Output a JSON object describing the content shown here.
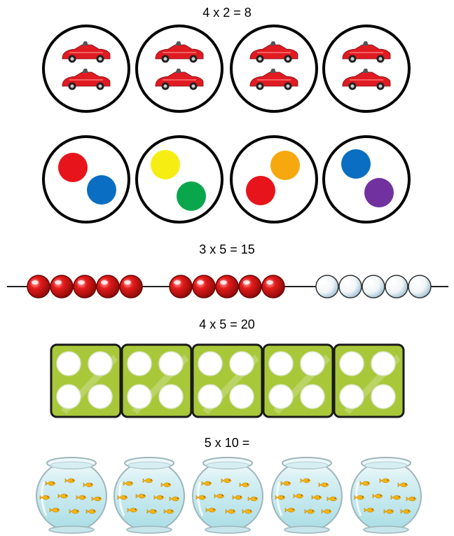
{
  "equations": {
    "cars": "4 x 2 = 8",
    "beads": "3 x 5 = 15",
    "dice": "4 x 5 = 20",
    "fish": "5 x 10 ="
  },
  "groups": {
    "car_circles": {
      "count": 4,
      "per_group": 2,
      "item": "red-car-icon"
    },
    "dot_circles": {
      "count": 4,
      "per_group": 2,
      "colors": [
        [
          "#e8141b",
          "#0a6fc2"
        ],
        [
          "#f6ee12",
          "#0aa64b"
        ],
        [
          "#e8141b",
          "#f7a80f"
        ],
        [
          "#0a6fc2",
          "#7132a0"
        ]
      ]
    },
    "bead_string": {
      "groups": 3,
      "per_group": 5,
      "colors": [
        "#d8141b",
        "#d8141b",
        "#e8eef2"
      ]
    },
    "dice_row": {
      "count": 5,
      "pips_per_die": 4,
      "color": "#a8c83a"
    },
    "fishbowls": {
      "count": 5,
      "fish_per_bowl": 10,
      "fish_color": "#f4b315"
    }
  }
}
